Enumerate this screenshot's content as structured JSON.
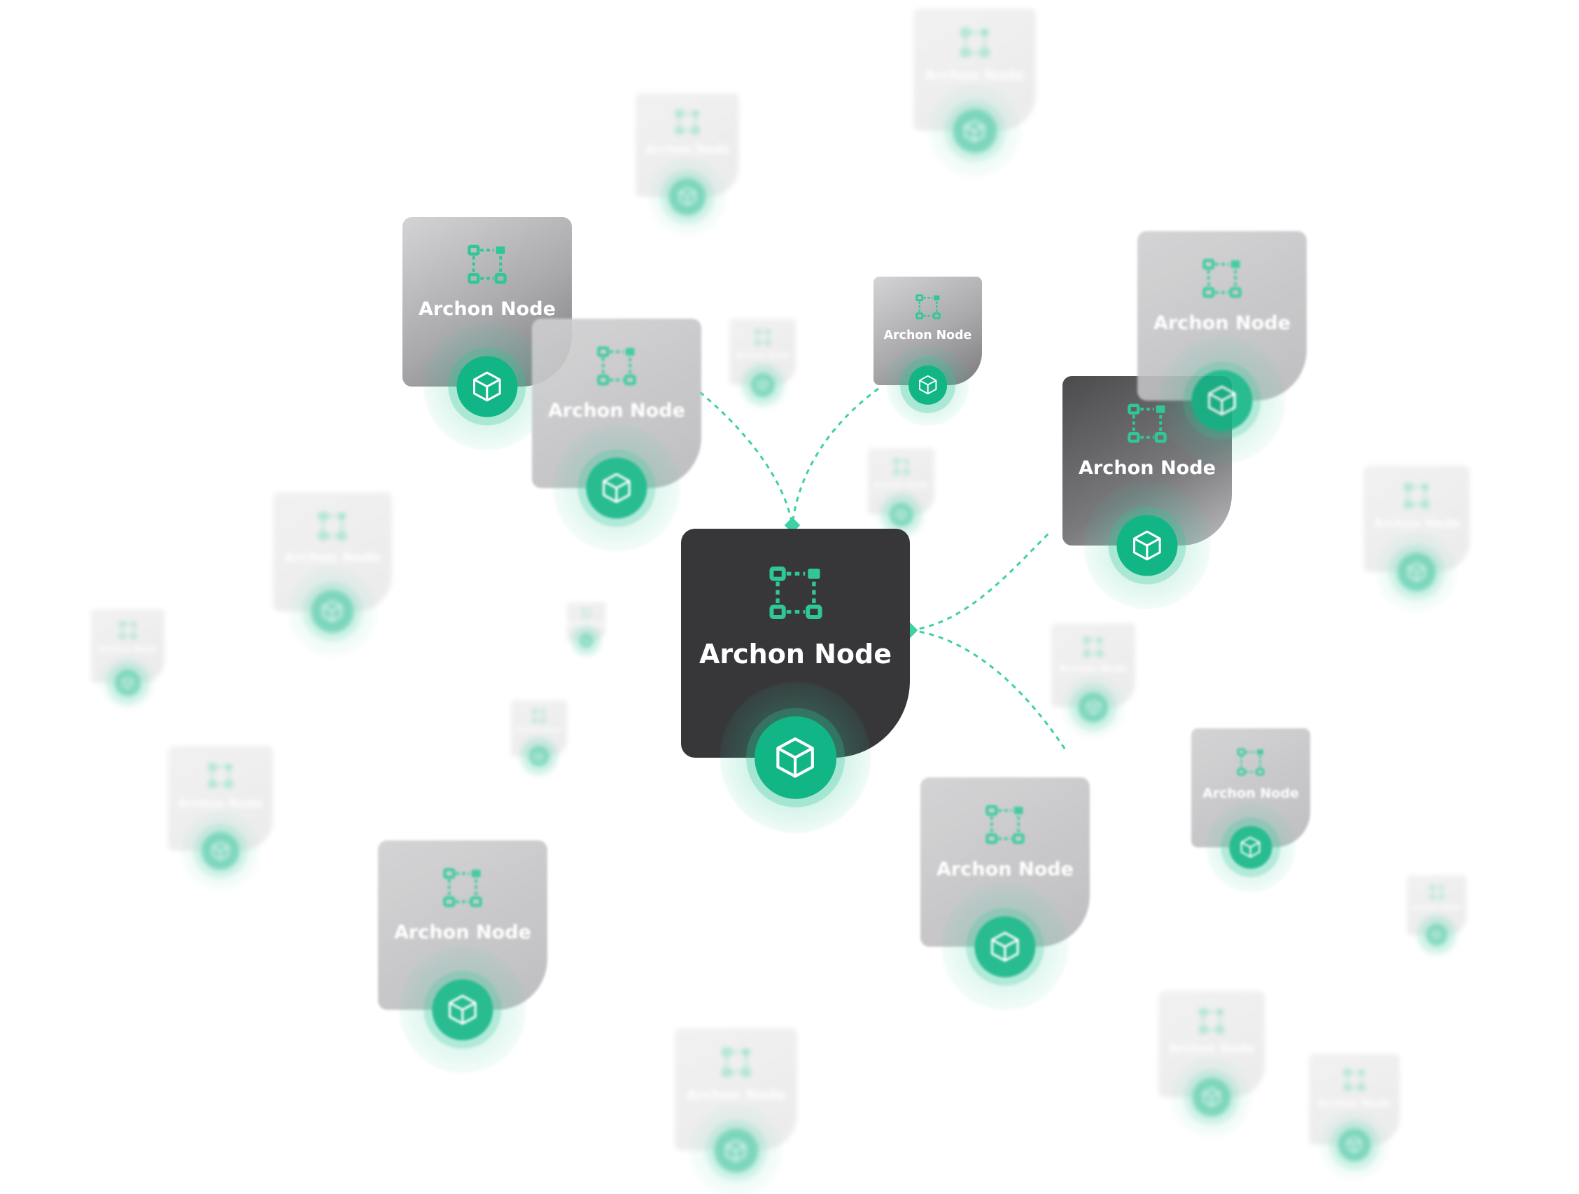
{
  "diagram": {
    "node_label": "Archon Node",
    "colors": {
      "accent": "#2fc798",
      "accent_dark": "#12b586",
      "center_card": "#37373a",
      "card_light": "#c9c9cb",
      "card_dark": "#555558",
      "link": "#3fd0a4",
      "background": "#ffffff"
    },
    "icons": {
      "card_icon": "node-network-icon",
      "badge_icon": "cube-icon",
      "connector_icon": "diamond-connector-icon"
    },
    "center_node": {
      "label": "Archon Node"
    },
    "nodes": [
      {
        "label": "Archon Node",
        "tone": "mid",
        "focus": "sharp"
      },
      {
        "label": "Archon Node",
        "tone": "light",
        "focus": "soft"
      },
      {
        "label": "Archon Node",
        "tone": "mid",
        "focus": "sharp"
      },
      {
        "label": "Archon Node",
        "tone": "dark",
        "focus": "sharp"
      },
      {
        "label": "Archon Node",
        "tone": "light",
        "focus": "soft"
      },
      {
        "label": "Archon Node",
        "tone": "light",
        "focus": "soft"
      },
      {
        "label": "Archon Node",
        "tone": "light",
        "focus": "soft"
      },
      {
        "label": "Archon Node",
        "tone": "light",
        "focus": "soft"
      },
      {
        "label": "Archon Node",
        "tone": "faded",
        "focus": "blur"
      },
      {
        "label": "Archon Node",
        "tone": "faded",
        "focus": "blur"
      },
      {
        "label": "Archon Node",
        "tone": "faded",
        "focus": "blur"
      },
      {
        "label": "Archon Node",
        "tone": "faded",
        "focus": "blur"
      },
      {
        "label": "Archon Node",
        "tone": "faded",
        "focus": "blur"
      },
      {
        "label": "Archon Node",
        "tone": "faded",
        "focus": "blur"
      },
      {
        "label": "Archon Node",
        "tone": "faded",
        "focus": "blur"
      },
      {
        "label": "Archon Node",
        "tone": "faded",
        "focus": "blur"
      },
      {
        "label": "Archon Node",
        "tone": "faded",
        "focus": "blur"
      },
      {
        "label": "Archon Node",
        "tone": "faded",
        "focus": "blur"
      },
      {
        "label": "Archon Node",
        "tone": "faded",
        "focus": "blur"
      },
      {
        "label": "Archon Node",
        "tone": "faded",
        "focus": "blur"
      },
      {
        "label": "Archon Node",
        "tone": "faded",
        "focus": "blur"
      },
      {
        "label": "Archon Node",
        "tone": "faded",
        "focus": "blur"
      },
      {
        "label": "Archon Node",
        "tone": "faded",
        "focus": "blur"
      }
    ]
  }
}
